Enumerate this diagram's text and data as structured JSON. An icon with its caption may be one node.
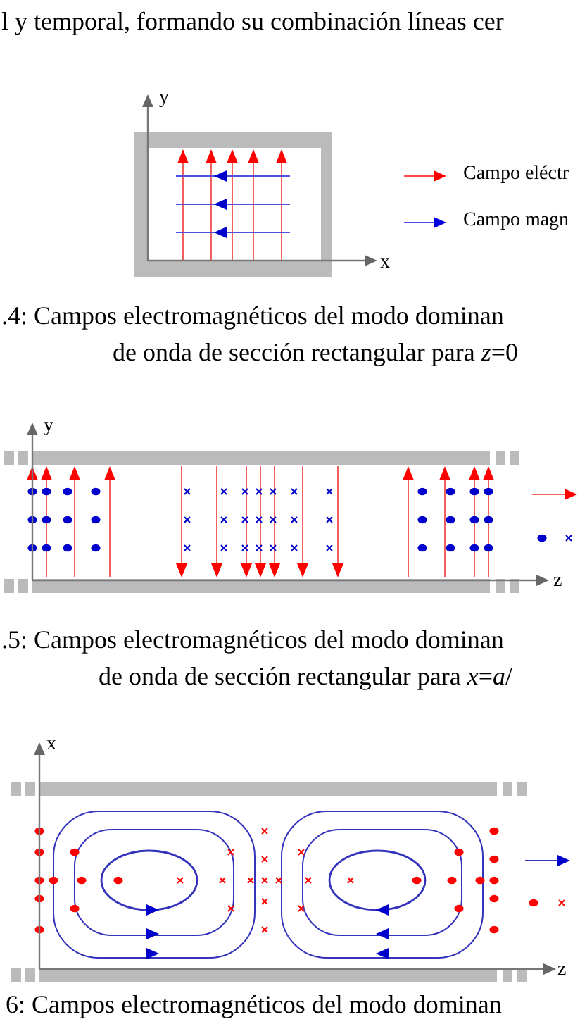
{
  "diagram": {
    "labels": [
      "l y temporal, formando su combinación líneas cer",
      "y",
      "x",
      ".4: Campos electromagnéticos del modo dominan",
      "de onda de sección rectangular para *z*=0",
      "y",
      "z",
      ".5: Campos electromagnéticos del modo dominan",
      "de onda de sección rectangular para *x*=*a*/",
      "x",
      "z",
      "6: Campos electromagnéticos del modo dominan"
    ],
    "legend": [
      {
        "text": "Campo eléctr"
      },
      {
        "text": "Campo magn"
      }
    ]
  }
}
